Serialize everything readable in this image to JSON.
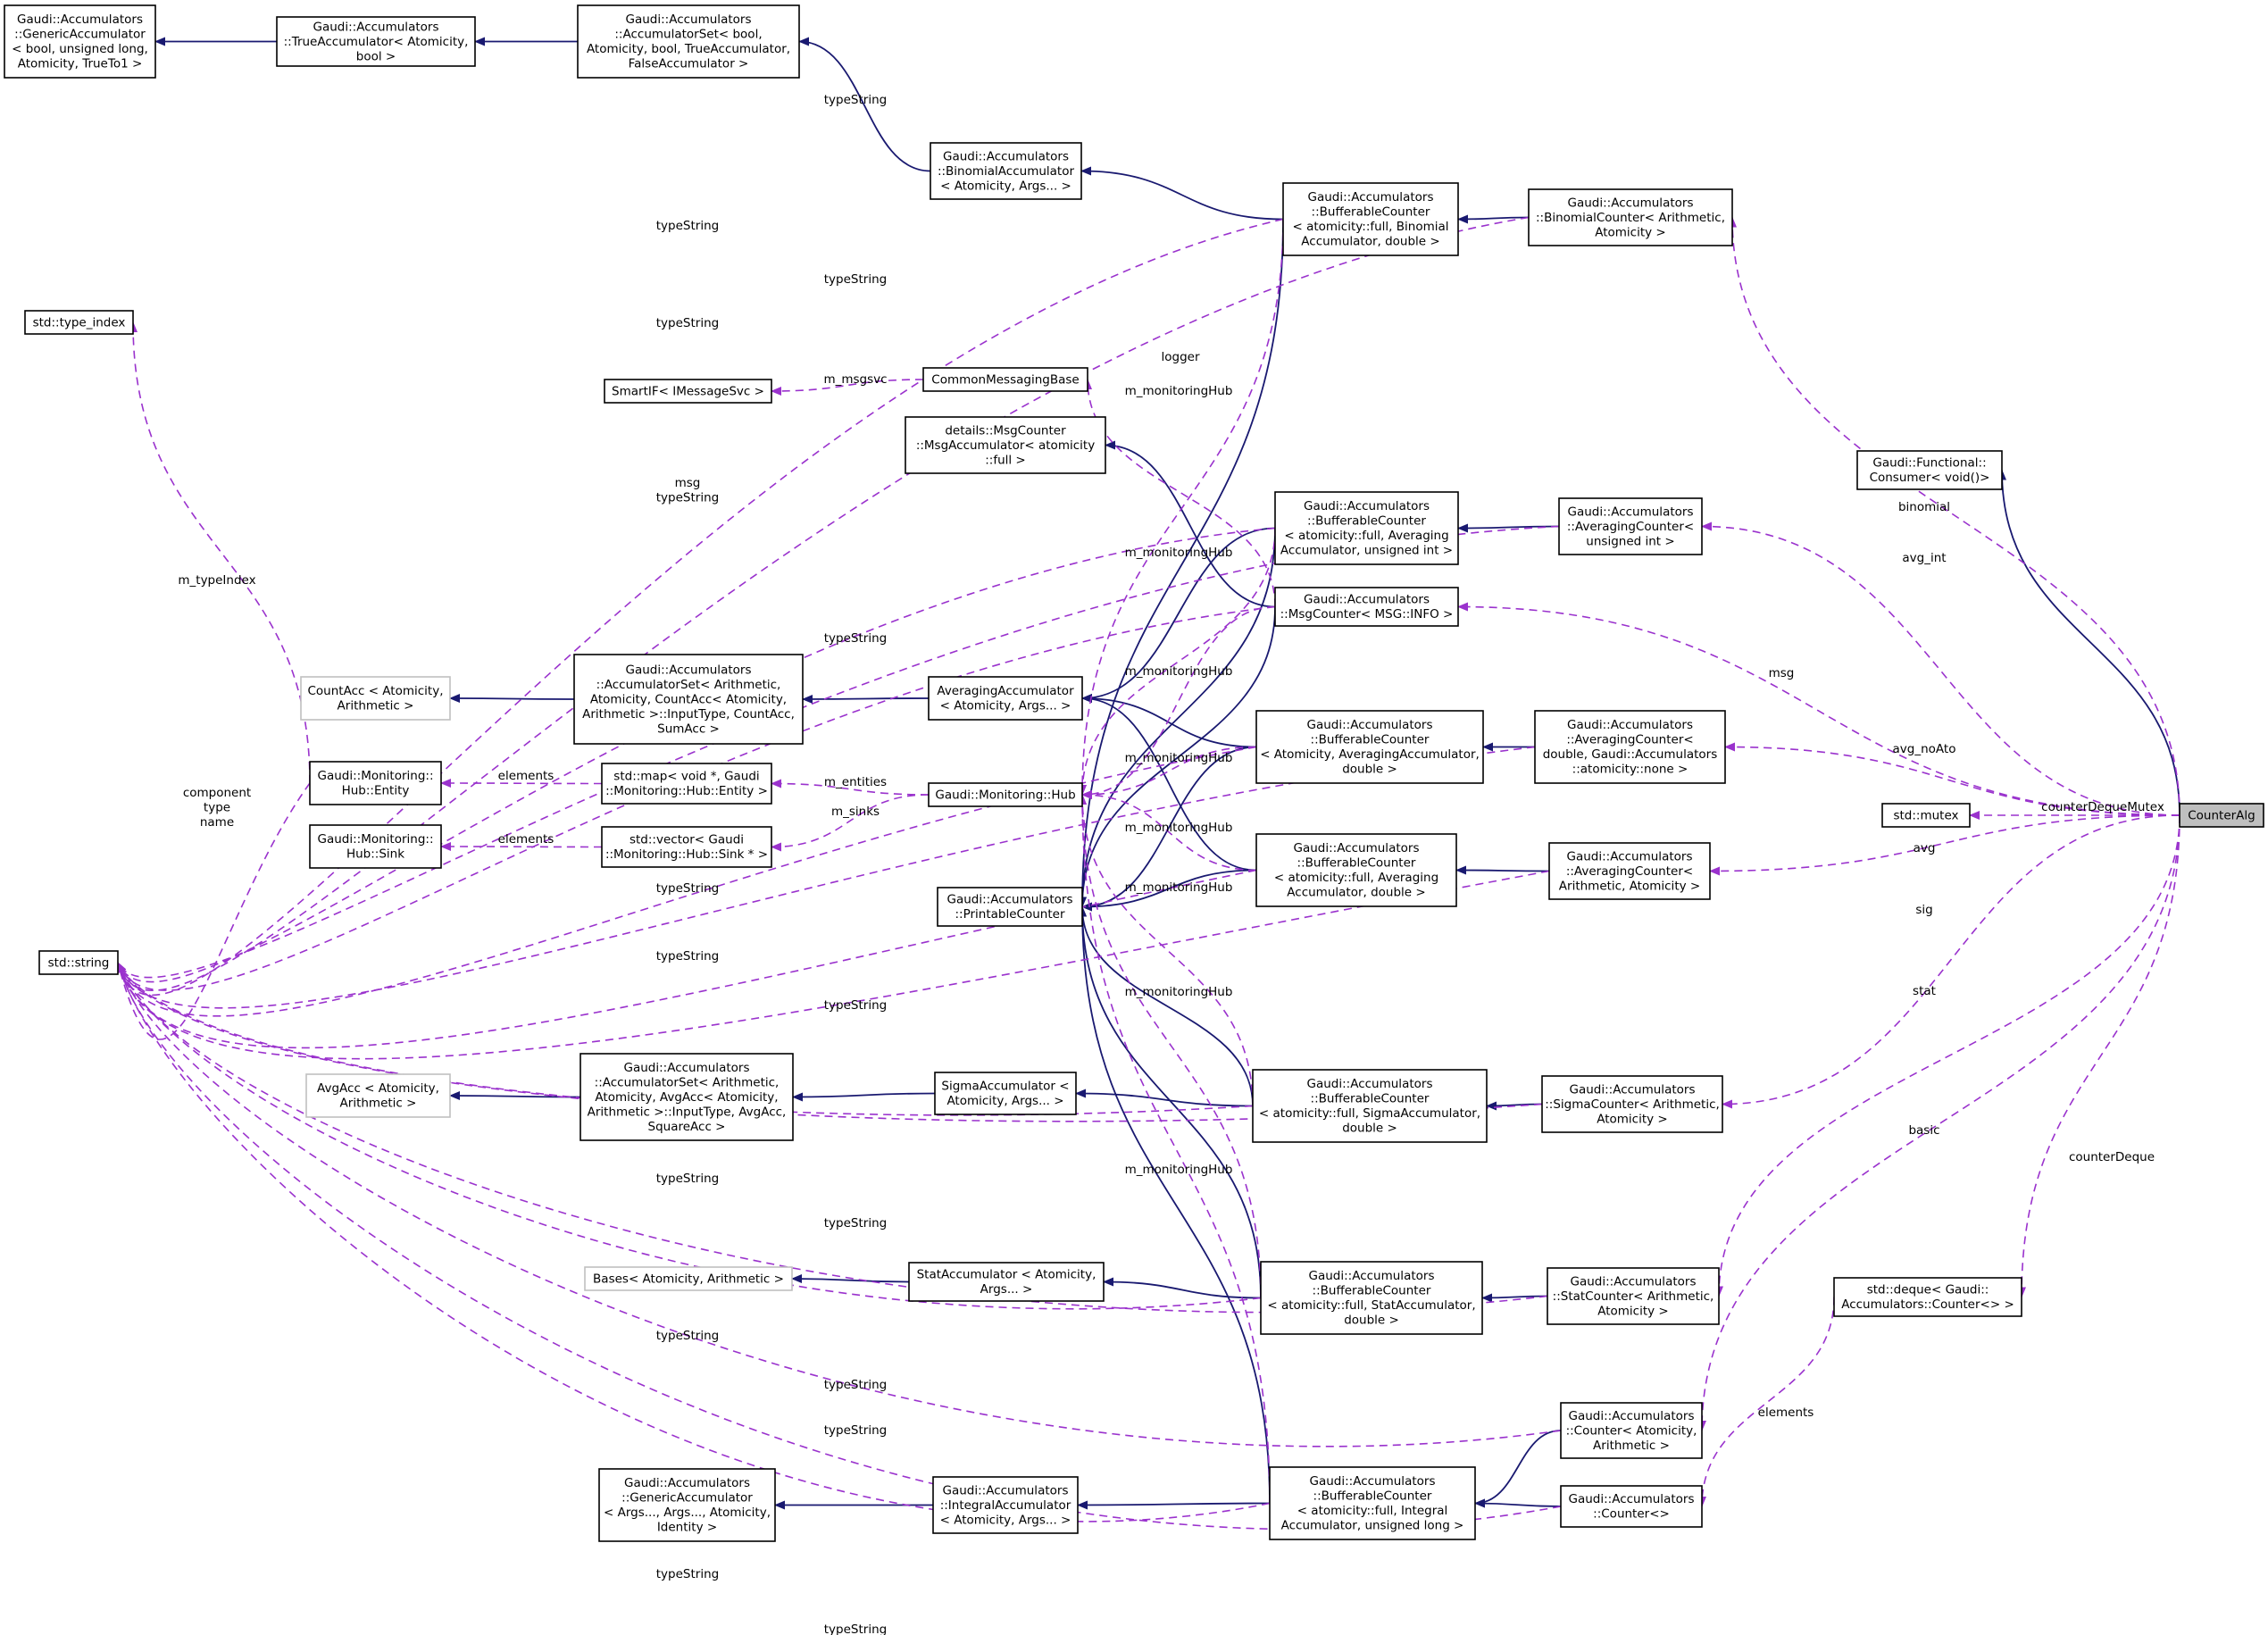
{
  "colors": {
    "inheritance_edge": "#191970",
    "usage_edge": "#9a32cd",
    "highlight_node": "#bfbfbf"
  },
  "nodes": [
    {
      "id": "genacc_bool",
      "lines": [
        "Gaudi::Accumulators",
        "::GenericAccumulator",
        "< bool, unsigned long,",
        "Atomicity, TrueTo1 >"
      ]
    },
    {
      "id": "trueacc",
      "lines": [
        "Gaudi::Accumulators",
        "::TrueAccumulator< Atomicity,",
        "bool >"
      ]
    },
    {
      "id": "accset_bool",
      "lines": [
        "Gaudi::Accumulators",
        "::AccumulatorSet< bool,",
        "Atomicity, bool, TrueAccumulator,",
        "FalseAccumulator >"
      ]
    },
    {
      "id": "binomialacc",
      "lines": [
        "Gaudi::Accumulators",
        "::BinomialAccumulator",
        "< Atomicity, Args... >"
      ]
    },
    {
      "id": "buf_binomial",
      "lines": [
        "Gaudi::Accumulators",
        "::BufferableCounter",
        "< atomicity::full, Binomial",
        "Accumulator, double >"
      ]
    },
    {
      "id": "binomialcounter",
      "lines": [
        "Gaudi::Accumulators",
        "::BinomialCounter< Arithmetic,",
        "Atomicity >"
      ]
    },
    {
      "id": "type_index",
      "lines": [
        "std::type_index"
      ]
    },
    {
      "id": "smartif",
      "lines": [
        "SmartIF< IMessageSvc >"
      ]
    },
    {
      "id": "cmb",
      "lines": [
        "CommonMessagingBase"
      ]
    },
    {
      "id": "msgcounter_details",
      "lines": [
        "details::MsgCounter",
        "::MsgAccumulator< atomicity",
        "::full >"
      ]
    },
    {
      "id": "consumer",
      "lines": [
        "Gaudi::Functional::",
        "Consumer< void()>"
      ]
    },
    {
      "id": "buf_avg_uint",
      "lines": [
        "Gaudi::Accumulators",
        "::BufferableCounter",
        "< atomicity::full, Averaging",
        "Accumulator, unsigned int >"
      ]
    },
    {
      "id": "avgcounter_uint",
      "lines": [
        "Gaudi::Accumulators",
        "::AveragingCounter<",
        "unsigned int >"
      ]
    },
    {
      "id": "msgcounter_info",
      "lines": [
        "Gaudi::Accumulators",
        "::MsgCounter< MSG::INFO >"
      ]
    },
    {
      "id": "countacc",
      "lines": [
        "CountAcc < Atomicity,",
        "Arithmetic >"
      ]
    },
    {
      "id": "accset_count",
      "lines": [
        "Gaudi::Accumulators",
        "::AccumulatorSet< Arithmetic,",
        "Atomicity, CountAcc< Atomicity,",
        "Arithmetic >::InputType, CountAcc,",
        "SumAcc >"
      ]
    },
    {
      "id": "averagingacc",
      "lines": [
        "AveragingAccumulator",
        "< Atomicity, Args... >"
      ]
    },
    {
      "id": "buf_avg",
      "lines": [
        "Gaudi::Accumulators",
        "::BufferableCounter",
        "< Atomicity, AveragingAccumulator,",
        "double >"
      ]
    },
    {
      "id": "avgcounter_none",
      "lines": [
        "Gaudi::Accumulators",
        "::AveragingCounter<",
        "double, Gaudi::Accumulators",
        "::atomicity::none >"
      ]
    },
    {
      "id": "hub_entity",
      "lines": [
        "Gaudi::Monitoring::",
        "Hub::Entity"
      ]
    },
    {
      "id": "map_entity",
      "lines": [
        "std::map< void *, Gaudi",
        "::Monitoring::Hub::Entity >"
      ]
    },
    {
      "id": "hub",
      "lines": [
        "Gaudi::Monitoring::Hub"
      ]
    },
    {
      "id": "mutex",
      "lines": [
        "std::mutex"
      ]
    },
    {
      "id": "counteralg",
      "lines": [
        "CounterAlg"
      ]
    },
    {
      "id": "hub_sink",
      "lines": [
        "Gaudi::Monitoring::",
        "Hub::Sink"
      ]
    },
    {
      "id": "vector_sink",
      "lines": [
        "std::vector< Gaudi",
        "::Monitoring::Hub::Sink * >"
      ]
    },
    {
      "id": "buf_avg_double",
      "lines": [
        "Gaudi::Accumulators",
        "::BufferableCounter",
        "< atomicity::full, Averaging",
        "Accumulator, double >"
      ]
    },
    {
      "id": "avgcounter_arith",
      "lines": [
        "Gaudi::Accumulators",
        "::AveragingCounter<",
        "Arithmetic, Atomicity >"
      ]
    },
    {
      "id": "printable",
      "lines": [
        "Gaudi::Accumulators",
        "::PrintableCounter"
      ]
    },
    {
      "id": "string",
      "lines": [
        "std::string"
      ]
    },
    {
      "id": "avgacc",
      "lines": [
        "AvgAcc < Atomicity,",
        "Arithmetic >"
      ]
    },
    {
      "id": "accset_avg",
      "lines": [
        "Gaudi::Accumulators",
        "::AccumulatorSet< Arithmetic,",
        "Atomicity, AvgAcc< Atomicity,",
        "Arithmetic >::InputType, AvgAcc,",
        "SquareAcc >"
      ]
    },
    {
      "id": "sigmaacc",
      "lines": [
        "SigmaAccumulator <",
        "Atomicity, Args... >"
      ]
    },
    {
      "id": "buf_sigma",
      "lines": [
        "Gaudi::Accumulators",
        "::BufferableCounter",
        "< atomicity::full, SigmaAccumulator,",
        "double >"
      ]
    },
    {
      "id": "sigmacounter",
      "lines": [
        "Gaudi::Accumulators",
        "::SigmaCounter< Arithmetic,",
        "Atomicity >"
      ]
    },
    {
      "id": "deque",
      "lines": [
        "std::deque< Gaudi::",
        "Accumulators::Counter<> >"
      ]
    },
    {
      "id": "bases",
      "lines": [
        "Bases< Atomicity, Arithmetic >"
      ]
    },
    {
      "id": "statacc",
      "lines": [
        "StatAccumulator < Atomicity,",
        "Args... >"
      ]
    },
    {
      "id": "buf_stat",
      "lines": [
        "Gaudi::Accumulators",
        "::BufferableCounter",
        "< atomicity::full, StatAccumulator,",
        "double >"
      ]
    },
    {
      "id": "statcounter",
      "lines": [
        "Gaudi::Accumulators",
        "::StatCounter< Arithmetic,",
        "Atomicity >"
      ]
    },
    {
      "id": "counter_arith",
      "lines": [
        "Gaudi::Accumulators",
        "::Counter< Atomicity,",
        "Arithmetic >"
      ]
    },
    {
      "id": "genacc_args",
      "lines": [
        "Gaudi::Accumulators",
        "::GenericAccumulator",
        "< Args..., Args..., Atomicity,",
        "Identity >"
      ]
    },
    {
      "id": "integralacc",
      "lines": [
        "Gaudi::Accumulators",
        "::IntegralAccumulator",
        "< Atomicity, Args... >"
      ]
    },
    {
      "id": "buf_integral",
      "lines": [
        "Gaudi::Accumulators",
        "::BufferableCounter",
        "< atomicity::full, Integral",
        "Accumulator, unsigned long >"
      ]
    },
    {
      "id": "counter_default",
      "lines": [
        "Gaudi::Accumulators",
        "::Counter<>"
      ]
    }
  ],
  "edge_labels": [
    {
      "id": "l_typestring_1",
      "lines": [
        "typeString"
      ]
    },
    {
      "id": "l_typestring_2",
      "lines": [
        "typeString"
      ]
    },
    {
      "id": "l_typestring_3",
      "lines": [
        "typeString"
      ]
    },
    {
      "id": "l_typestring_4",
      "lines": [
        "typeString"
      ]
    },
    {
      "id": "l_logger",
      "lines": [
        "logger"
      ]
    },
    {
      "id": "l_msgsvc",
      "lines": [
        "m_msgsvc"
      ]
    },
    {
      "id": "l_hub_1",
      "lines": [
        "m_monitoringHub"
      ]
    },
    {
      "id": "l_binomial",
      "lines": [
        "binomial"
      ]
    },
    {
      "id": "l_msg_typestring",
      "lines": [
        "msg",
        "typeString"
      ]
    },
    {
      "id": "l_hub_2",
      "lines": [
        "m_monitoringHub"
      ]
    },
    {
      "id": "l_avg_int",
      "lines": [
        "avg_int"
      ]
    },
    {
      "id": "l_typeindex",
      "lines": [
        "m_typeIndex"
      ]
    },
    {
      "id": "l_typestring_5",
      "lines": [
        "typeString"
      ]
    },
    {
      "id": "l_hub_3",
      "lines": [
        "m_monitoringHub"
      ]
    },
    {
      "id": "l_msg",
      "lines": [
        "msg"
      ]
    },
    {
      "id": "l_avg_noato",
      "lines": [
        "avg_noAto"
      ]
    },
    {
      "id": "l_hub_4",
      "lines": [
        "m_monitoringHub"
      ]
    },
    {
      "id": "l_elements_1",
      "lines": [
        "elements"
      ]
    },
    {
      "id": "l_entities",
      "lines": [
        "m_entities"
      ]
    },
    {
      "id": "l_component",
      "lines": [
        "component",
        "type",
        "name"
      ]
    },
    {
      "id": "l_counterdequemutex",
      "lines": [
        "counterDequeMutex"
      ]
    },
    {
      "id": "l_hub_5",
      "lines": [
        "m_monitoringHub"
      ]
    },
    {
      "id": "l_sinks",
      "lines": [
        "m_sinks"
      ]
    },
    {
      "id": "l_elements_2",
      "lines": [
        "elements"
      ]
    },
    {
      "id": "l_avg",
      "lines": [
        "avg"
      ]
    },
    {
      "id": "l_typestring_6",
      "lines": [
        "typeString"
      ]
    },
    {
      "id": "l_hub_6",
      "lines": [
        "m_monitoringHub"
      ]
    },
    {
      "id": "l_sig",
      "lines": [
        "sig"
      ]
    },
    {
      "id": "l_typestring_7",
      "lines": [
        "typeString"
      ]
    },
    {
      "id": "l_typestring_8",
      "lines": [
        "typeString"
      ]
    },
    {
      "id": "l_hub_7",
      "lines": [
        "m_monitoringHub"
      ]
    },
    {
      "id": "l_stat",
      "lines": [
        "stat"
      ]
    },
    {
      "id": "l_basic",
      "lines": [
        "basic"
      ]
    },
    {
      "id": "l_counterdeque",
      "lines": [
        "counterDeque"
      ]
    },
    {
      "id": "l_hub_8",
      "lines": [
        "m_monitoringHub"
      ]
    },
    {
      "id": "l_typestring_9",
      "lines": [
        "typeString"
      ]
    },
    {
      "id": "l_typestring_10",
      "lines": [
        "typeString"
      ]
    },
    {
      "id": "l_typestring_11",
      "lines": [
        "typeString"
      ]
    },
    {
      "id": "l_typestring_12",
      "lines": [
        "typeString"
      ]
    },
    {
      "id": "l_typestring_13",
      "lines": [
        "typeString"
      ]
    },
    {
      "id": "l_elements_3",
      "lines": [
        "elements"
      ]
    },
    {
      "id": "l_typestring_14",
      "lines": [
        "typeString"
      ]
    },
    {
      "id": "l_typestring_15",
      "lines": [
        "typeString"
      ]
    }
  ],
  "edges": [
    {
      "from": "trueacc",
      "to": "genacc_bool",
      "kind": "inherit"
    },
    {
      "from": "accset_bool",
      "to": "trueacc",
      "kind": "inherit"
    },
    {
      "from": "binomialacc",
      "to": "accset_bool",
      "kind": "inherit"
    },
    {
      "from": "buf_binomial",
      "to": "binomialacc",
      "kind": "inherit"
    },
    {
      "from": "binomialcounter",
      "to": "buf_binomial",
      "kind": "inherit"
    },
    {
      "from": "accset_count",
      "to": "countacc",
      "kind": "inherit"
    },
    {
      "from": "averagingacc",
      "to": "accset_count",
      "kind": "inherit"
    },
    {
      "from": "buf_avg_uint",
      "to": "averagingacc",
      "kind": "inherit"
    },
    {
      "from": "avgcounter_uint",
      "to": "buf_avg_uint",
      "kind": "inherit"
    },
    {
      "from": "buf_avg",
      "to": "averagingacc",
      "kind": "inherit"
    },
    {
      "from": "avgcounter_none",
      "to": "buf_avg",
      "kind": "inherit"
    },
    {
      "from": "buf_avg_double",
      "to": "averagingacc",
      "kind": "inherit"
    },
    {
      "from": "avgcounter_arith",
      "to": "buf_avg_double",
      "kind": "inherit"
    },
    {
      "from": "msgcounter_info",
      "to": "msgcounter_details",
      "kind": "inherit"
    },
    {
      "from": "accset_avg",
      "to": "avgacc",
      "kind": "inherit"
    },
    {
      "from": "sigmaacc",
      "to": "accset_avg",
      "kind": "inherit"
    },
    {
      "from": "buf_sigma",
      "to": "sigmaacc",
      "kind": "inherit"
    },
    {
      "from": "sigmacounter",
      "to": "buf_sigma",
      "kind": "inherit"
    },
    {
      "from": "statacc",
      "to": "bases",
      "kind": "inherit"
    },
    {
      "from": "buf_stat",
      "to": "statacc",
      "kind": "inherit"
    },
    {
      "from": "statcounter",
      "to": "buf_stat",
      "kind": "inherit"
    },
    {
      "from": "integralacc",
      "to": "genacc_args",
      "kind": "inherit"
    },
    {
      "from": "buf_integral",
      "to": "integralacc",
      "kind": "inherit"
    },
    {
      "from": "counter_arith",
      "to": "buf_integral",
      "kind": "inherit"
    },
    {
      "from": "counter_default",
      "to": "buf_integral",
      "kind": "inherit"
    },
    {
      "from": "counteralg",
      "to": "consumer",
      "kind": "inherit"
    },
    {
      "from": "buf_binomial",
      "to": "printable",
      "kind": "inherit"
    },
    {
      "from": "buf_avg_uint",
      "to": "printable",
      "kind": "inherit"
    },
    {
      "from": "msgcounter_info",
      "to": "printable",
      "kind": "inherit"
    },
    {
      "from": "buf_avg",
      "to": "printable",
      "kind": "inherit"
    },
    {
      "from": "buf_avg_double",
      "to": "printable",
      "kind": "inherit"
    },
    {
      "from": "buf_sigma",
      "to": "printable",
      "kind": "inherit"
    },
    {
      "from": "buf_stat",
      "to": "printable",
      "kind": "inherit"
    },
    {
      "from": "buf_integral",
      "to": "printable",
      "kind": "inherit"
    },
    {
      "from": "cmb",
      "to": "smartif",
      "kind": "use"
    },
    {
      "from": "msgcounter_info",
      "to": "cmb",
      "kind": "use"
    },
    {
      "from": "map_entity",
      "to": "hub_entity",
      "kind": "use"
    },
    {
      "from": "vector_sink",
      "to": "hub_sink",
      "kind": "use"
    },
    {
      "from": "hub",
      "to": "map_entity",
      "kind": "use"
    },
    {
      "from": "hub",
      "to": "vector_sink",
      "kind": "use"
    },
    {
      "from": "hub_entity",
      "to": "type_index",
      "kind": "use"
    },
    {
      "from": "hub_entity",
      "to": "string",
      "kind": "use"
    },
    {
      "from": "counteralg",
      "to": "binomialcounter",
      "kind": "use"
    },
    {
      "from": "counteralg",
      "to": "avgcounter_uint",
      "kind": "use"
    },
    {
      "from": "counteralg",
      "to": "msgcounter_info",
      "kind": "use"
    },
    {
      "from": "counteralg",
      "to": "avgcounter_none",
      "kind": "use"
    },
    {
      "from": "counteralg",
      "to": "mutex",
      "kind": "use"
    },
    {
      "from": "counteralg",
      "to": "avgcounter_arith",
      "kind": "use"
    },
    {
      "from": "counteralg",
      "to": "sigmacounter",
      "kind": "use"
    },
    {
      "from": "counteralg",
      "to": "statcounter",
      "kind": "use"
    },
    {
      "from": "counteralg",
      "to": "counter_arith",
      "kind": "use"
    },
    {
      "from": "counteralg",
      "to": "deque",
      "kind": "use"
    },
    {
      "from": "deque",
      "to": "counter_default",
      "kind": "use"
    },
    {
      "from": "buf_binomial",
      "to": "hub",
      "kind": "use"
    },
    {
      "from": "buf_avg_uint",
      "to": "hub",
      "kind": "use"
    },
    {
      "from": "msgcounter_info",
      "to": "hub",
      "kind": "use"
    },
    {
      "from": "buf_avg",
      "to": "hub",
      "kind": "use"
    },
    {
      "from": "buf_avg_double",
      "to": "hub",
      "kind": "use"
    },
    {
      "from": "buf_sigma",
      "to": "hub",
      "kind": "use"
    },
    {
      "from": "buf_stat",
      "to": "hub",
      "kind": "use"
    },
    {
      "from": "buf_integral",
      "to": "hub",
      "kind": "use"
    },
    {
      "from": "binomialcounter",
      "to": "string",
      "kind": "use"
    },
    {
      "from": "buf_binomial",
      "to": "string",
      "kind": "use"
    },
    {
      "from": "avgcounter_uint",
      "to": "string",
      "kind": "use"
    },
    {
      "from": "buf_avg_uint",
      "to": "string",
      "kind": "use"
    },
    {
      "from": "msgcounter_info",
      "to": "string",
      "kind": "use"
    },
    {
      "from": "avgcounter_none",
      "to": "string",
      "kind": "use"
    },
    {
      "from": "buf_avg",
      "to": "string",
      "kind": "use"
    },
    {
      "from": "buf_avg_double",
      "to": "string",
      "kind": "use"
    },
    {
      "from": "avgcounter_arith",
      "to": "string",
      "kind": "use"
    },
    {
      "from": "buf_sigma",
      "to": "string",
      "kind": "use"
    },
    {
      "from": "sigmacounter",
      "to": "string",
      "kind": "use"
    },
    {
      "from": "buf_stat",
      "to": "string",
      "kind": "use"
    },
    {
      "from": "statcounter",
      "to": "string",
      "kind": "use"
    },
    {
      "from": "counter_arith",
      "to": "string",
      "kind": "use"
    },
    {
      "from": "buf_integral",
      "to": "string",
      "kind": "use"
    },
    {
      "from": "counter_default",
      "to": "string",
      "kind": "use"
    }
  ]
}
